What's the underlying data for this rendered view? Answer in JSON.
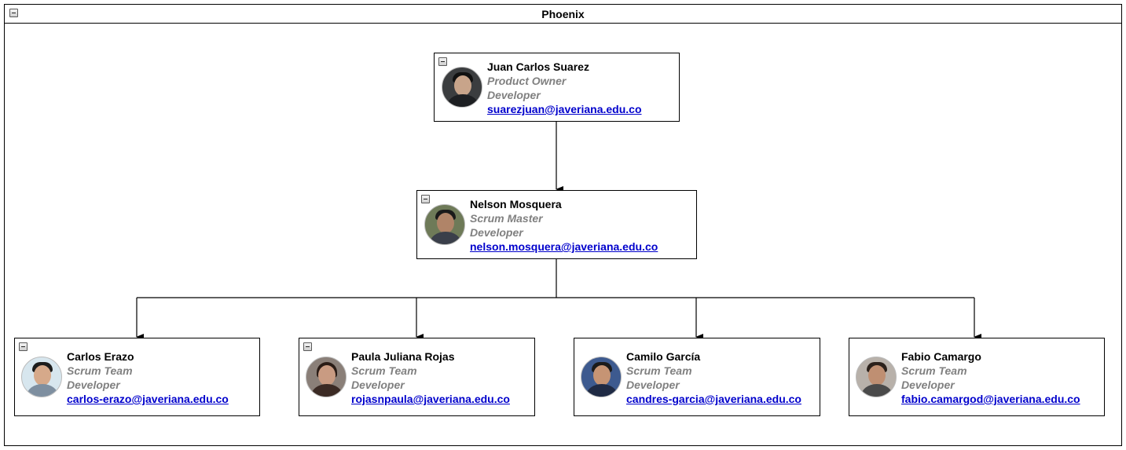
{
  "team": {
    "title": "Phoenix"
  },
  "members": [
    {
      "name": "Juan Carlos Suarez",
      "role1": "Product Owner",
      "role2": "Developer",
      "email": "suarezjuan@javeriana.edu.co"
    },
    {
      "name": "Nelson Mosquera",
      "role1": "Scrum Master",
      "role2": "Developer",
      "email": "nelson.mosquera@javeriana.edu.co"
    },
    {
      "name": "Carlos Erazo",
      "role1": "Scrum Team",
      "role2": "Developer",
      "email": "carlos-erazo@javeriana.edu.co"
    },
    {
      "name": "Paula Juliana Rojas",
      "role1": "Scrum Team",
      "role2": "Developer",
      "email": "rojasnpaula@javeriana.edu.co"
    },
    {
      "name": "Camilo García",
      "role1": "Scrum Team",
      "role2": "Developer",
      "email": "candres-garcia@javeriana.edu.co"
    },
    {
      "name": "Fabio Camargo",
      "role1": "Scrum Team",
      "role2": "Developer",
      "email": "fabio.camargod@javeriana.edu.co"
    }
  ],
  "colors": {
    "border": "#000000",
    "role_text": "#808080",
    "email_link": "#0000cc"
  }
}
